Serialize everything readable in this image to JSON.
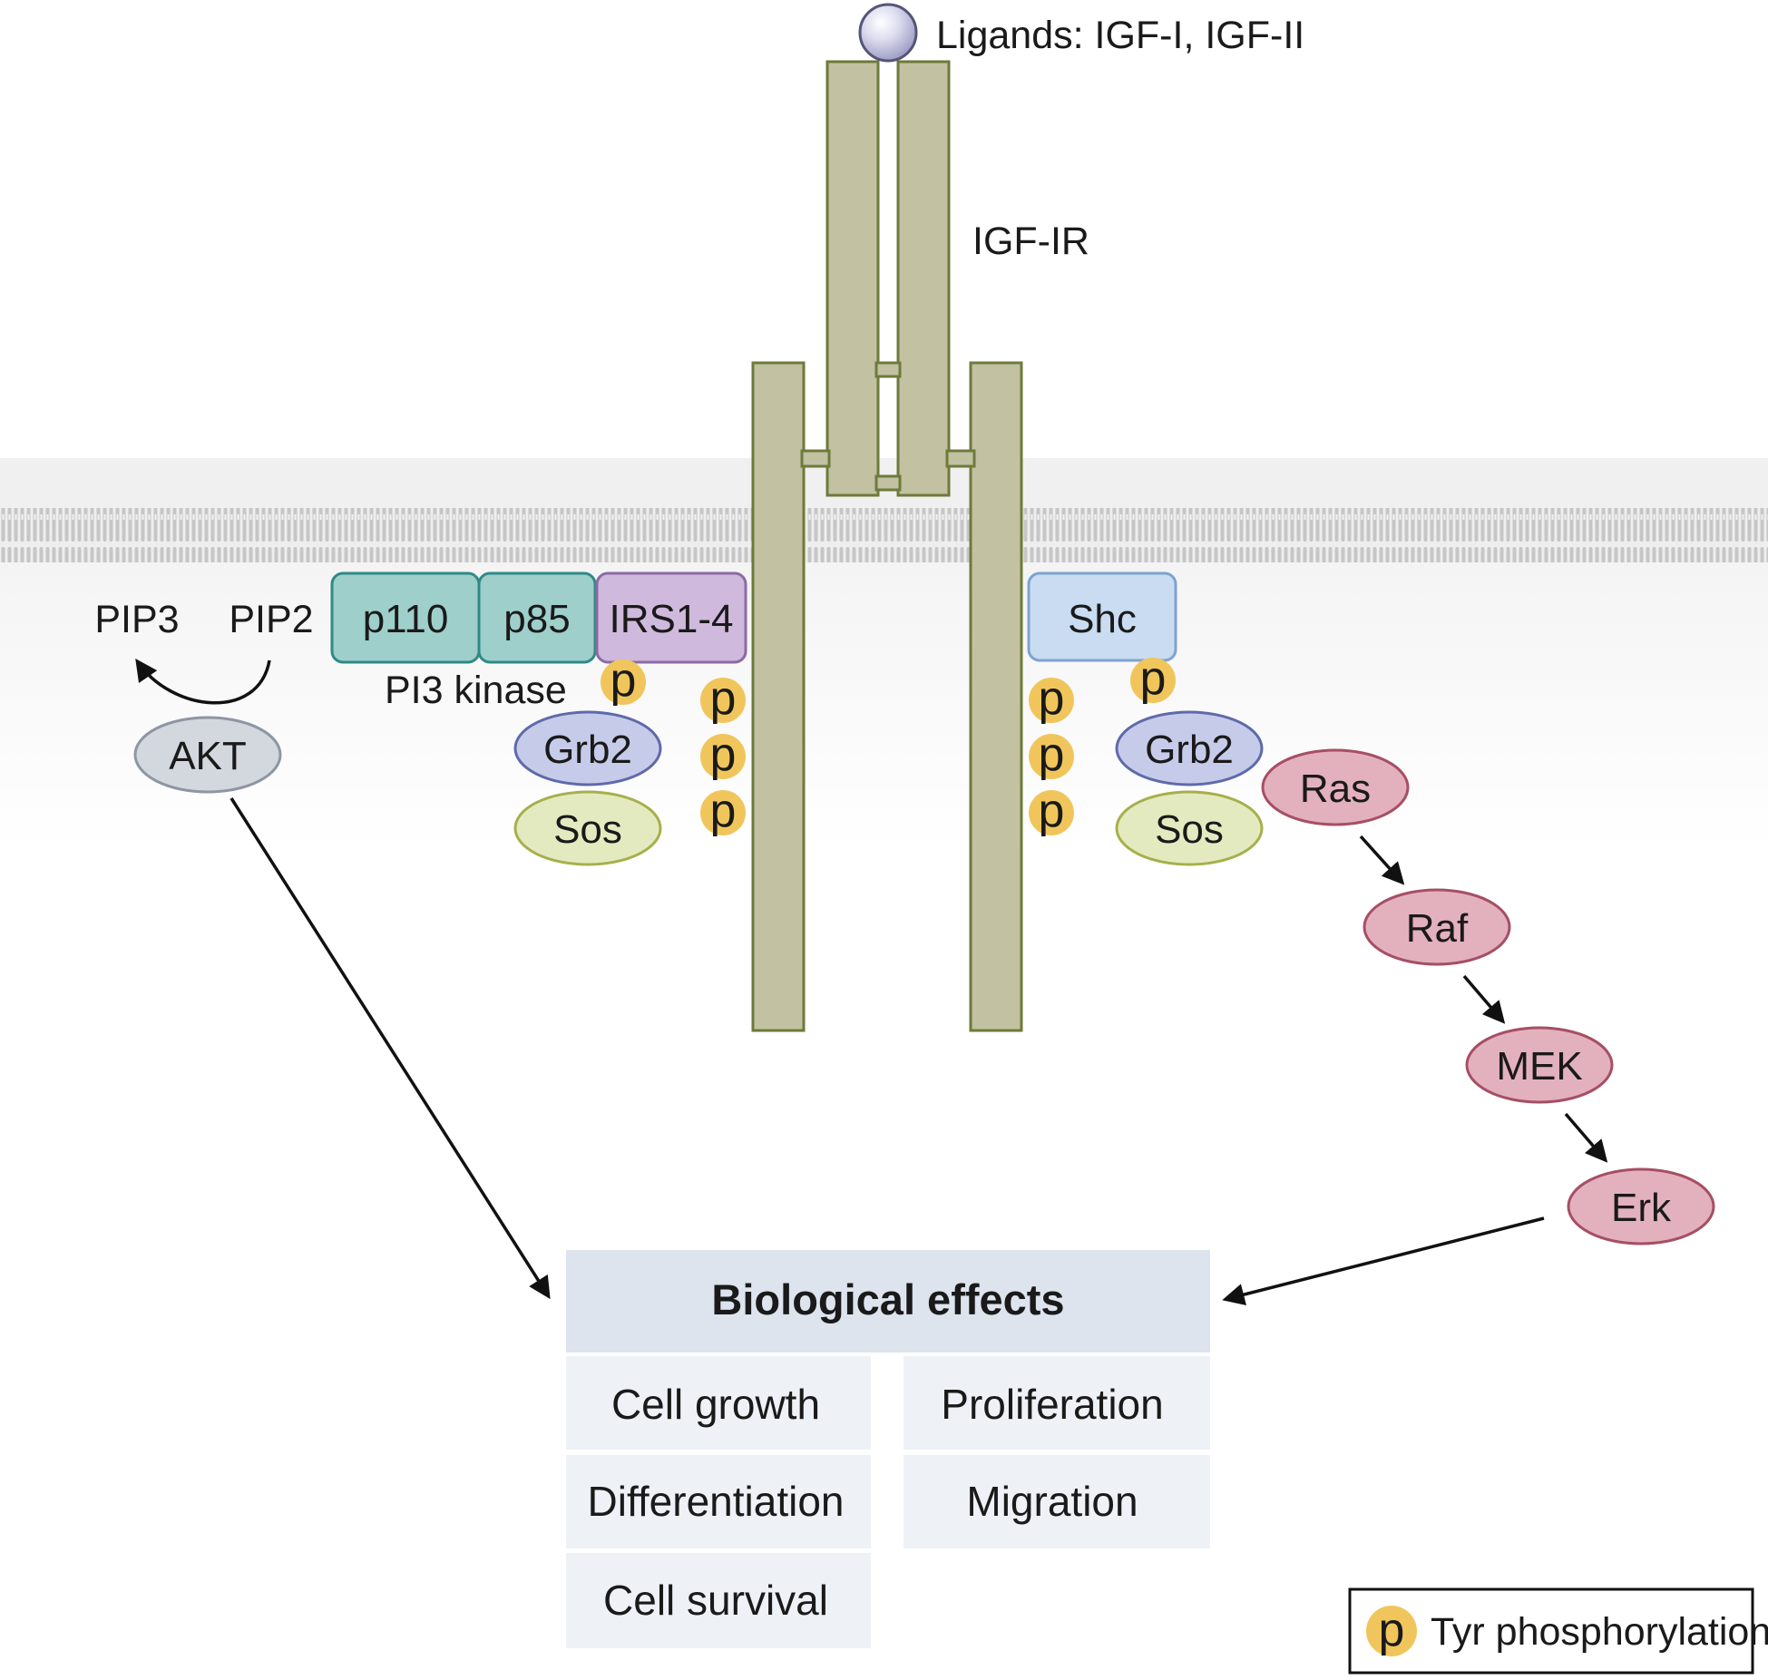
{
  "ligand_label": "Ligands: IGF-I, IGF-II",
  "receptor_label": "IGF-IR",
  "left_complex": {
    "p110": "p110",
    "p85": "p85",
    "irs": "IRS1-4",
    "pi3k_label": "PI3 kinase",
    "grb2": "Grb2",
    "sos": "Sos"
  },
  "right_complex": {
    "shc": "Shc",
    "grb2": "Grb2",
    "sos": "Sos"
  },
  "pip": {
    "pip3": "PIP3",
    "pip2": "PIP2"
  },
  "akt": "AKT",
  "cascade": {
    "ras": "Ras",
    "raf": "Raf",
    "mek": "MEK",
    "erk": "Erk"
  },
  "phospho_glyph": "p",
  "effects": {
    "title": "Biological effects",
    "items": [
      "Cell growth",
      "Proliferation",
      "Differentiation",
      "Migration",
      "Cell survival"
    ]
  },
  "legend": {
    "glyph": "p",
    "label": "Tyr phosphorylation"
  },
  "colors": {
    "receptor_fill": "#c2c1a2",
    "receptor_stroke": "#6e7a3a",
    "membrane": "#c9c9c9",
    "pi3k_fill": "#9fcfcb",
    "pi3k_stroke": "#2f8a85",
    "pi3k_text": "#2a8b86",
    "irs_fill": "#cfb9dc",
    "irs_stroke": "#8d6aa3",
    "shc_fill": "#c9dcf1",
    "shc_stroke": "#7ea3cf",
    "grb2_fill": "#c7cbea",
    "grb2_stroke": "#5e6aa9",
    "sos_fill": "#e4eac0",
    "sos_stroke": "#a7af4c",
    "akt_fill": "#d3d8df",
    "akt_stroke": "#8e96a3",
    "cascade_fill": "#e3b1bd",
    "cascade_stroke": "#a64f64",
    "phospho_fill": "#f0c65c",
    "effects_title_bg": "#dde4ee",
    "effects_item_bg": "#eef1f6"
  }
}
